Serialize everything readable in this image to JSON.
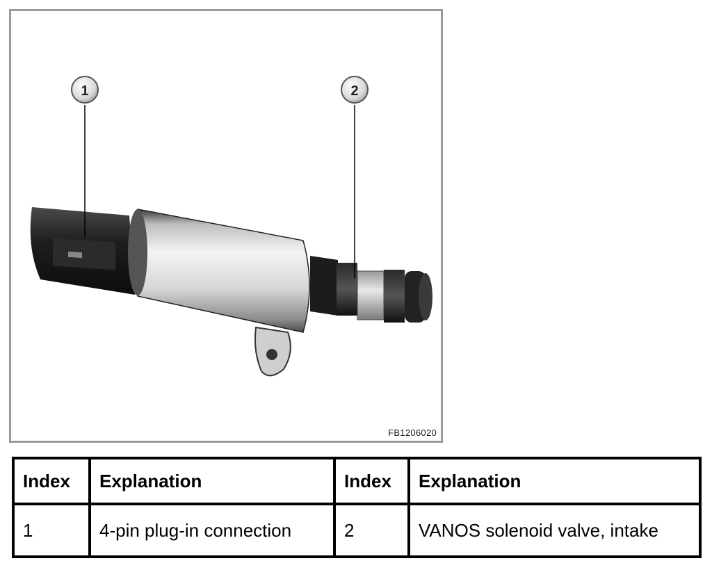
{
  "figure": {
    "code": "FB1206020",
    "callouts": [
      {
        "number": "1"
      },
      {
        "number": "2"
      }
    ]
  },
  "table": {
    "headers": [
      "Index",
      "Explanation",
      "Index",
      "Explanation"
    ],
    "rows": [
      [
        "1",
        "4-pin plug-in connection",
        "2",
        "VANOS solenoid valve, intake"
      ]
    ]
  }
}
